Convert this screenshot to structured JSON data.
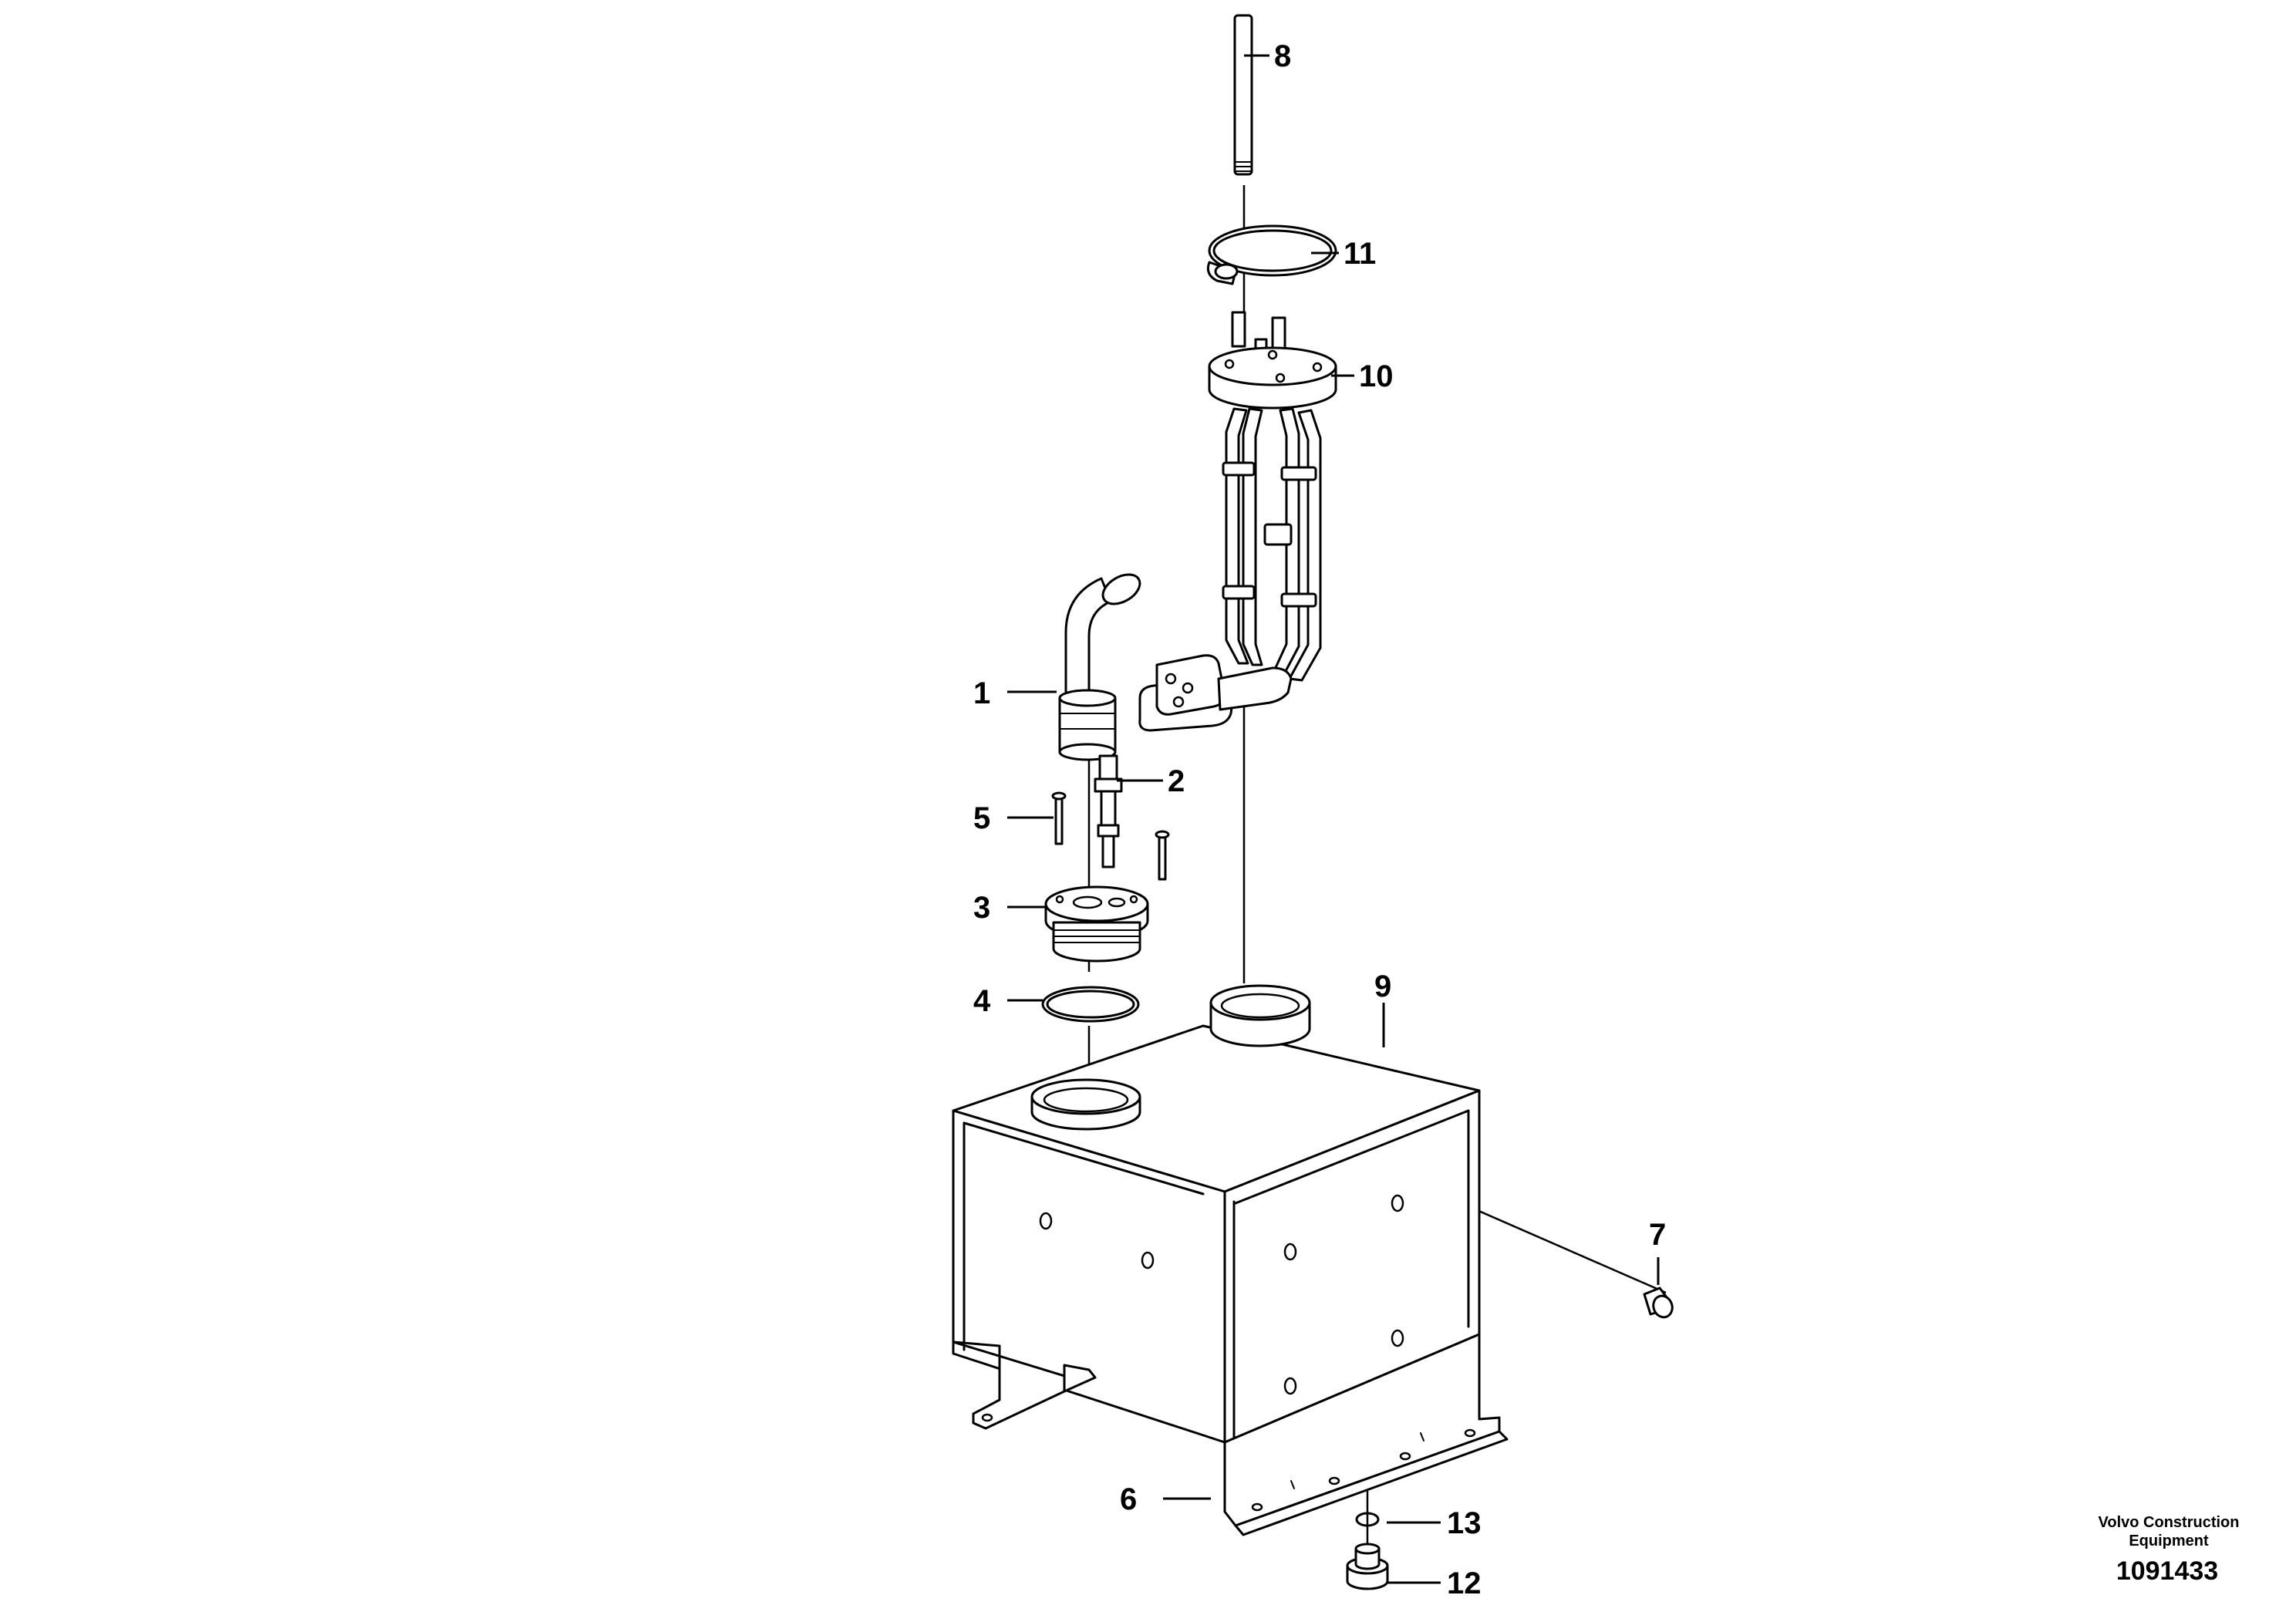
{
  "callouts": [
    {
      "id": "1",
      "label": "1"
    },
    {
      "id": "2",
      "label": "2"
    },
    {
      "id": "3",
      "label": "3"
    },
    {
      "id": "4",
      "label": "4"
    },
    {
      "id": "5",
      "label": "5"
    },
    {
      "id": "6",
      "label": "6"
    },
    {
      "id": "7",
      "label": "7"
    },
    {
      "id": "8",
      "label": "8"
    },
    {
      "id": "9",
      "label": "9"
    },
    {
      "id": "10",
      "label": "10"
    },
    {
      "id": "11",
      "label": "11"
    },
    {
      "id": "12",
      "label": "12"
    },
    {
      "id": "13",
      "label": "13"
    }
  ],
  "footer": {
    "maker_line1": "Volvo Construction",
    "maker_line2": "Equipment",
    "document_number": "1091433"
  }
}
